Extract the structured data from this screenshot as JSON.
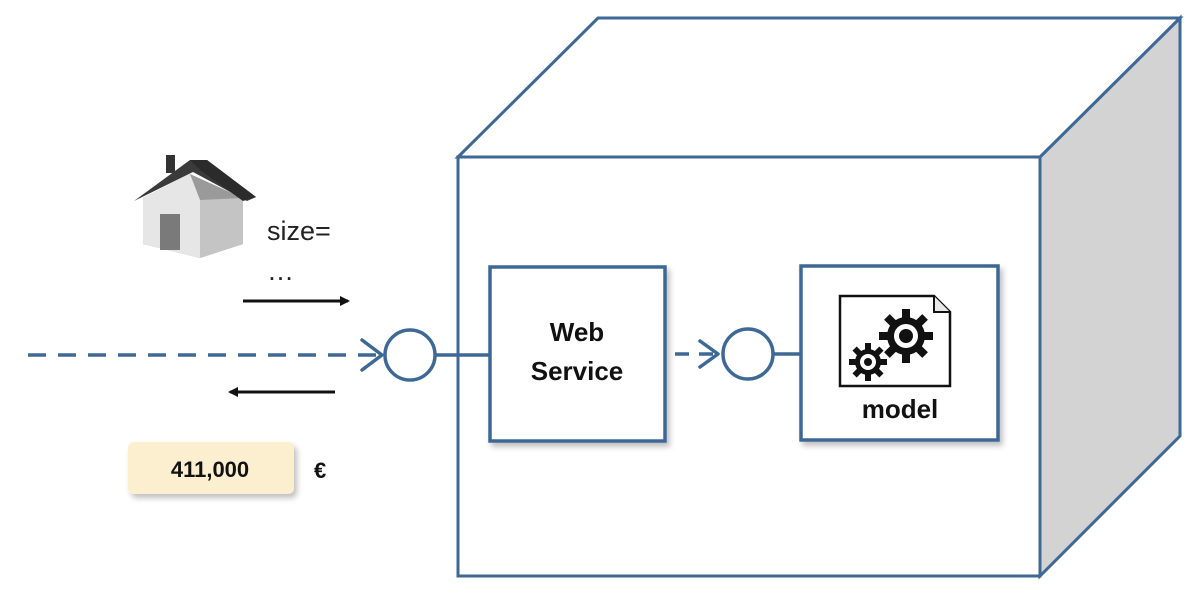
{
  "input": {
    "line1": "size=",
    "line2": "…"
  },
  "output": {
    "value": "411,000",
    "currency": "€"
  },
  "web_service": {
    "line1": "Web",
    "line2": "Service"
  },
  "model": {
    "label": "model"
  },
  "colors": {
    "stroke": "#3e6896",
    "cube_side": "#d3d3d3",
    "price_box": "#fbefcf"
  },
  "icons": [
    "house-icon",
    "gears-document-icon"
  ]
}
